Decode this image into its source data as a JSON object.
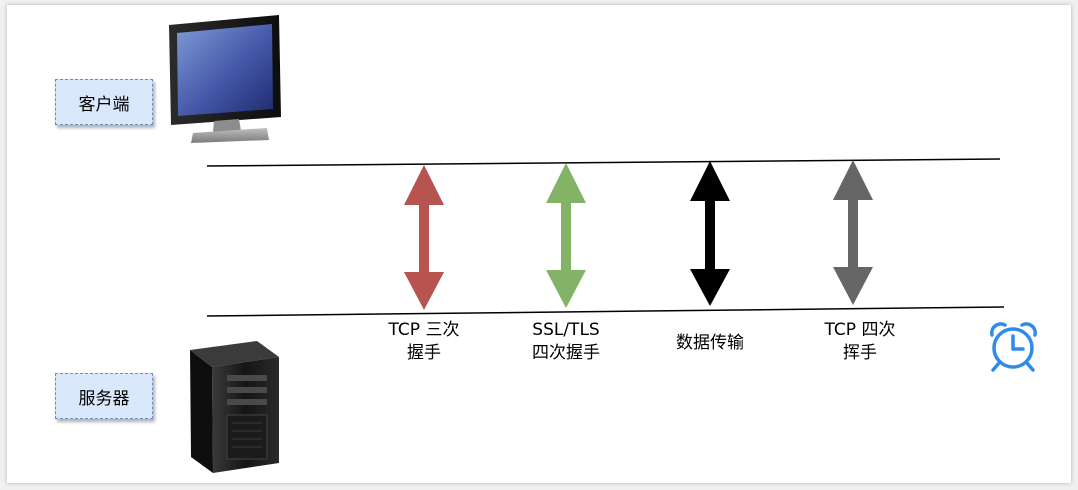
{
  "roles": {
    "client": "客户端",
    "server": "服务器"
  },
  "phases": [
    {
      "label": "TCP 三次\n握手",
      "color": "#b85450"
    },
    {
      "label": "SSL/TLS\n四次握手",
      "color": "#82b366"
    },
    {
      "label": "数据传输",
      "color": "#000000"
    },
    {
      "label": "TCP 四次\n挥手",
      "color": "#666666"
    }
  ],
  "icons": {
    "client": "desktop-monitor-icon",
    "server": "server-tower-icon",
    "time": "alarm-clock-icon"
  },
  "colors": {
    "role_fill": "#dae8fc",
    "role_border": "#6c8ebf",
    "clock": "#2e8ce8"
  }
}
